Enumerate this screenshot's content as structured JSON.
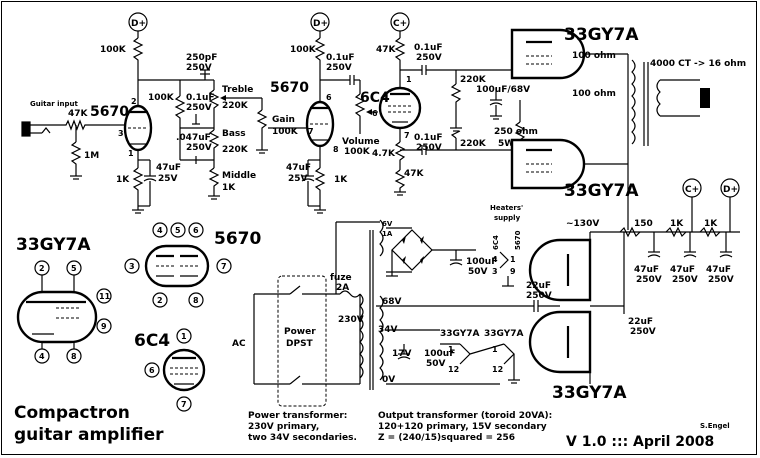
{
  "title": {
    "line1": "Compactron",
    "line2": "guitar amplifier",
    "version": "V 1.0 ::: April 2008",
    "author": "S.Engel"
  },
  "notes": {
    "power_title": "Power transformer:",
    "power_1": "230V primary,",
    "power_2": "two 34V secondaries.",
    "output_title": "Output transformer (toroid 20VA):",
    "output_1": "120+120 primary, 15V secondary",
    "output_2": "Z = (240/15)squared = 256"
  },
  "tubes": {
    "t5670": "5670",
    "t6c4": "6C4",
    "t33gy7a": "33GY7A"
  },
  "rails": {
    "dplus": "D+",
    "cplus": "C+"
  },
  "labels": {
    "guitar_input": "Guitar input",
    "k47": "47K",
    "m1": "1M",
    "k100": "100K",
    "k1": "1K",
    "c47_25": "47uF",
    "v25": "25V",
    "c250pf": "250pF",
    "v250": "250V",
    "treble": "Treble",
    "k220": "220K",
    "c01": "0.1uF",
    "bass": "Bass",
    "c047": ".047uF",
    "middle": "Middle",
    "gain": "Gain",
    "volume": "Volume",
    "k47_2": "4.7K",
    "c100_68": "100uF/68V",
    "r250": "250 ohm",
    "w5": "5W",
    "ohm100": "100 ohm",
    "ot": "4000 CT -> 16 ohm",
    "v130": "~130V",
    "r150": "150",
    "c22": "22uF",
    "heaters": "Heaters'",
    "supply": "supply",
    "v6": "6V",
    "a1": "1A",
    "c100": "100uF",
    "v50": "50V",
    "fuse": "fuze",
    "a2": "2A",
    "v230": "230V",
    "v68": "68V",
    "v34": "34V",
    "v17": "17V",
    "v0": "0V",
    "ac": "AC",
    "power": "Power",
    "dpst": "DPST",
    "p1": "1",
    "p2": "2",
    "p3": "3",
    "p4": "4",
    "p5": "5",
    "p6": "6",
    "p7": "7",
    "p8": "8",
    "p9": "9",
    "p11": "11",
    "p12": "12"
  }
}
